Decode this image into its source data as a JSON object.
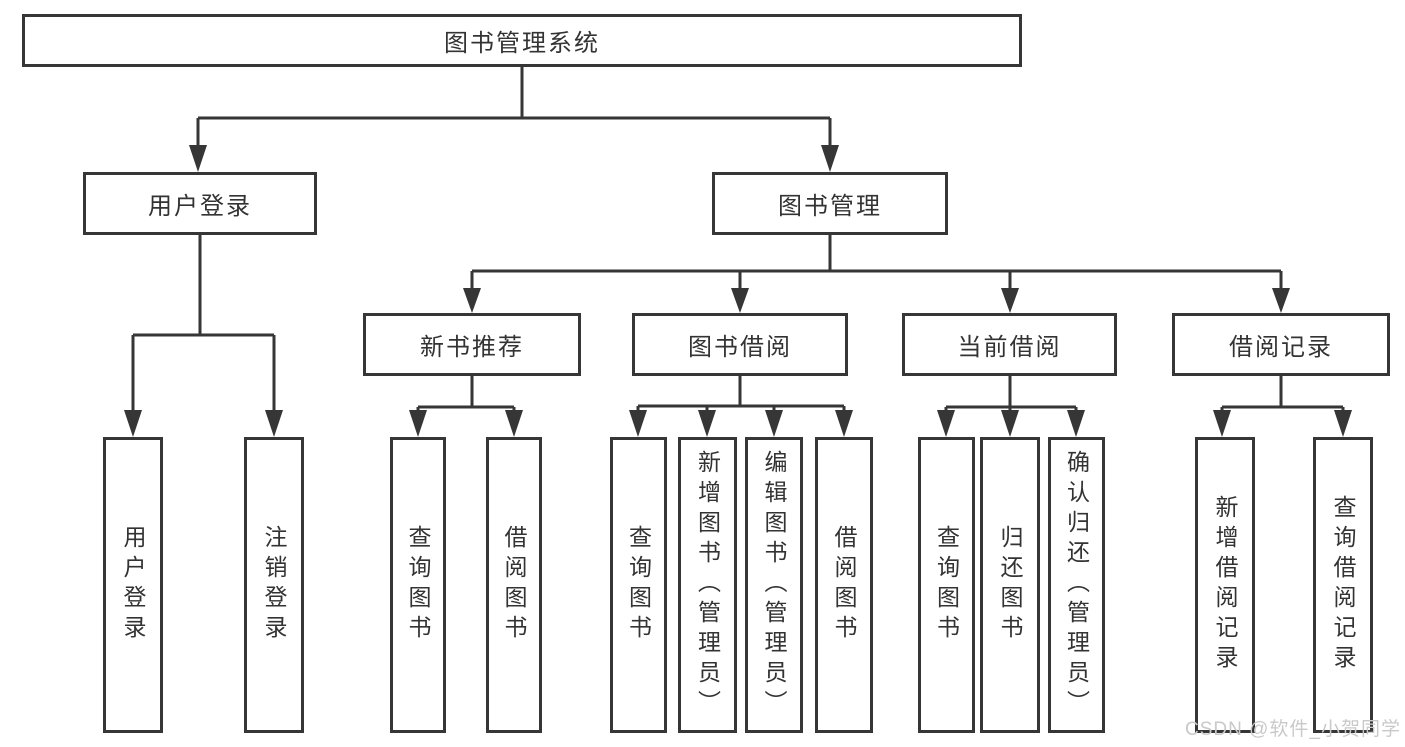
{
  "diagram": {
    "root": {
      "label": "图书管理系统"
    },
    "branches": [
      {
        "label": "用户登录",
        "children": [
          {
            "label": "用户登录"
          },
          {
            "label": "注销登录"
          }
        ]
      },
      {
        "label": "图书管理",
        "children": [
          {
            "label": "新书推荐",
            "children": [
              {
                "label": "查询图书"
              },
              {
                "label": "借阅图书"
              }
            ]
          },
          {
            "label": "图书借阅",
            "children": [
              {
                "label": "查询图书"
              },
              {
                "label": "新增图书（管理员）"
              },
              {
                "label": "编辑图书（管理员）"
              },
              {
                "label": "借阅图书"
              }
            ]
          },
          {
            "label": "当前借阅",
            "children": [
              {
                "label": "查询图书"
              },
              {
                "label": "归还图书"
              },
              {
                "label": "确认归还（管理员）"
              }
            ]
          },
          {
            "label": "借阅记录",
            "children": [
              {
                "label": "新增借阅记录"
              },
              {
                "label": "查询借阅记录"
              }
            ]
          }
        ]
      }
    ]
  },
  "watermark": {
    "text": "CSDN @软件_小贺同学"
  },
  "colors": {
    "line": "#363636",
    "text": "#333333",
    "watermark": "#c9c9c9"
  }
}
